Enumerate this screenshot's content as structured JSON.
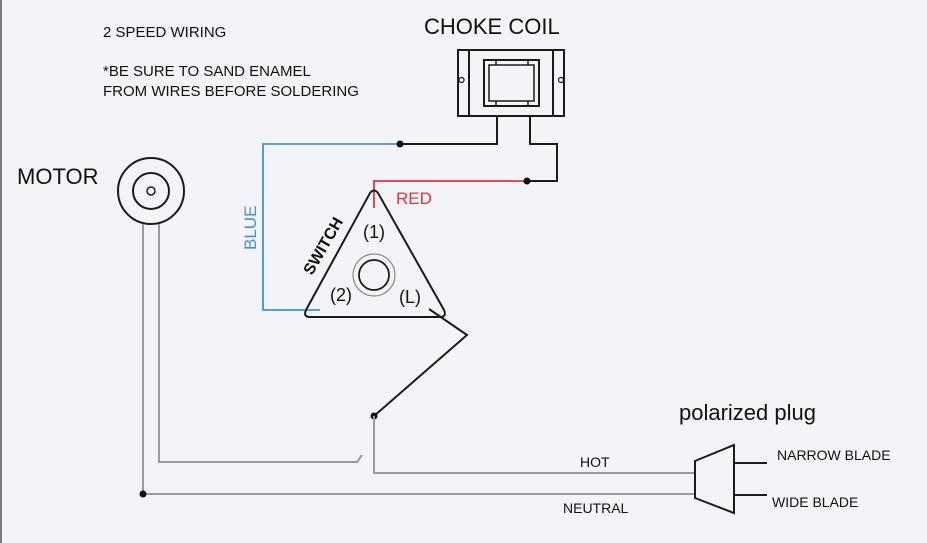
{
  "title": "2 SPEED WIRING",
  "note_line1": "*BE SURE TO SAND ENAMEL",
  "note_line2": "FROM WIRES BEFORE SOLDERING",
  "components": {
    "choke_coil": {
      "label": "CHOKE COIL"
    },
    "motor": {
      "label": "MOTOR"
    },
    "switch": {
      "label": "SWITCH",
      "terminals": [
        "(1)",
        "(2)",
        "(L)"
      ]
    },
    "plug": {
      "label": "polarized plug",
      "blades": [
        "NARROW BLADE",
        "WIDE BLADE"
      ]
    }
  },
  "wires": {
    "blue": {
      "label": "BLUE",
      "color": "#4a8fd6"
    },
    "red": {
      "label": "RED",
      "color": "#e8303c"
    },
    "hot": {
      "label": "HOT"
    },
    "neutral": {
      "label": "NEUTRAL"
    }
  }
}
